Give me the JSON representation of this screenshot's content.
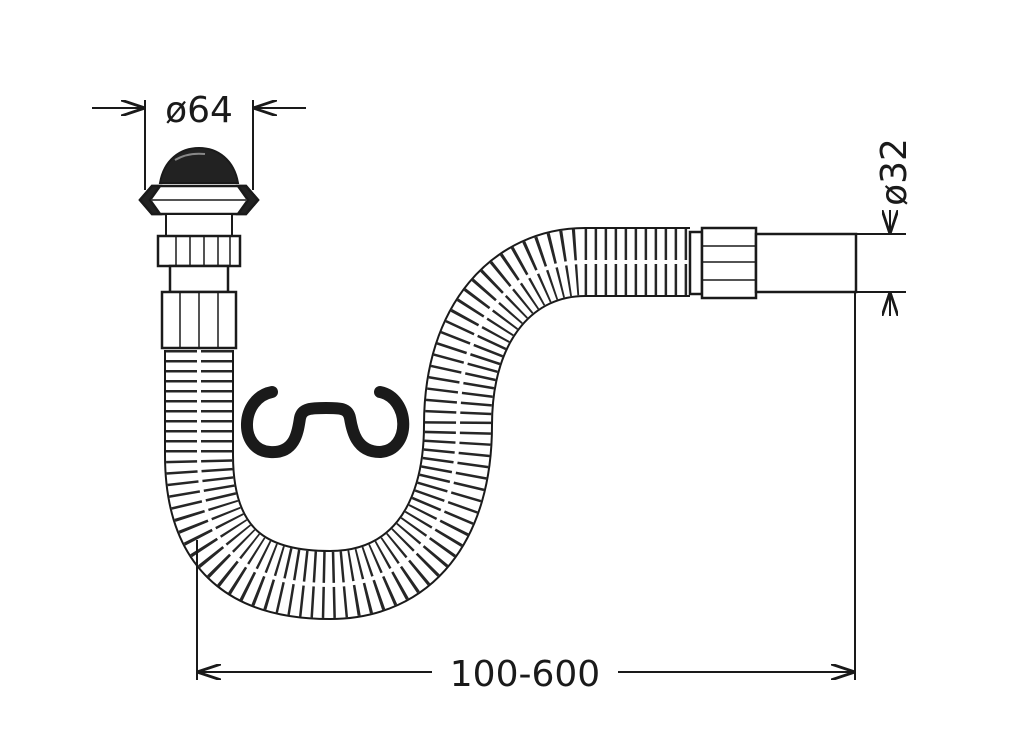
{
  "dimensions": {
    "inlet_diameter": "ø64",
    "outlet_diameter": "ø32",
    "length_range": "100-600"
  },
  "colors": {
    "line": "#1a1a1a",
    "fill": "#ffffff",
    "cap": "#222222"
  }
}
